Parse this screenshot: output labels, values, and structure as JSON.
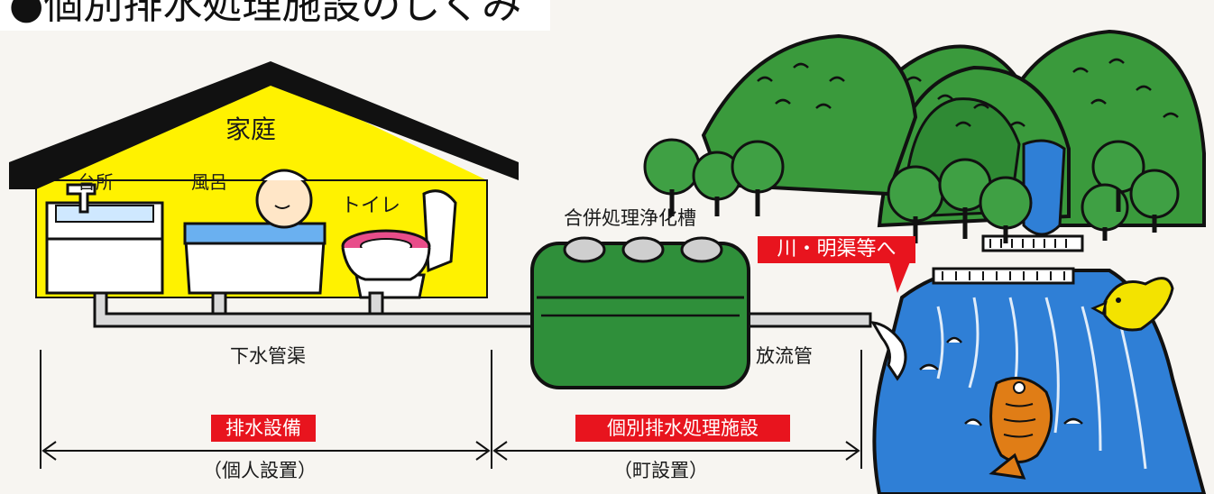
{
  "title": "●個別排水処理施設のしくみ",
  "labels": {
    "home": "家庭",
    "kitchen": "台所",
    "bath": "風呂",
    "toilet": "トイレ",
    "sewer_pipe": "下水管渠",
    "septic_tank": "合併処理浄化槽",
    "discharge_pipe": "放流管",
    "to_river": "川・明渠等へ",
    "drainage_equipment": "排水設備",
    "individual_facility": "個別排水処理施設",
    "individual_installation": "（個人設置）",
    "town_installation": "（町設置）"
  },
  "colors": {
    "house_wall": "#fff200",
    "house_roof": "#111111",
    "tank": "#2f8f3a",
    "mountain": "#3a9a3c",
    "river": "#2f7fd6",
    "accent_red": "#e8141e",
    "bird": "#f3e300",
    "fish": "#e07d16"
  }
}
